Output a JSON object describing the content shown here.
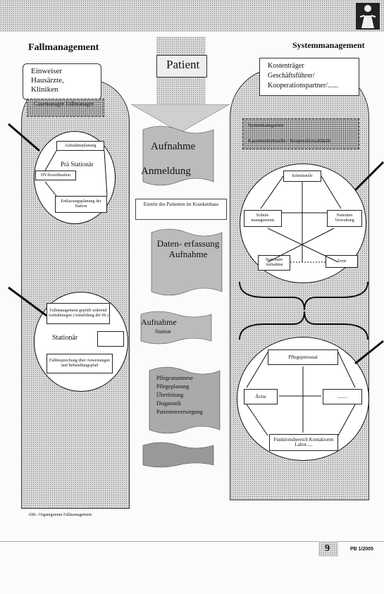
{
  "header": {
    "left_title": "Fallmanagement",
    "right_title": "Systemmanagement"
  },
  "center": {
    "patient": "Patient",
    "aufnahme": "Aufnahme",
    "anmeldung": "Anmeldung",
    "eintritt": "Eintritt des Patienten im Krankenhaus",
    "daten": "Daten- erfassung Aufnahme",
    "aufnahme_station": "Aufnahme",
    "station": "Station",
    "list": [
      "Pflegeanamnese",
      "Pflegeplanung",
      "Überleitung",
      "Diagnostik",
      "Patientenversorgung"
    ]
  },
  "left": {
    "top_lines": [
      "Einweiser",
      "Hausärzte,",
      "Kliniken"
    ],
    "case_manager": "Casemanager Fallmanager",
    "circle1": {
      "aufnahme": "Aufnahmeplanung",
      "prae": "Prä Stationär",
      "hv": "HV-Koordination",
      "entlass": "Entlassungsplanung der Station"
    },
    "circle2": {
      "top": "Fallmanagement geprüft während Aufnahmegen (Anmeldung der Hr.)",
      "station": "Stationär",
      "bottom": "Fallbesprechung über Anweisungen und Behandlungspfad"
    },
    "footer": "Abb.: Organigramm Fallmanagement"
  },
  "right": {
    "box_lines": [
      "Kostenträger",
      "Geschäftsführer/",
      "Kooperationspartner/......"
    ],
    "dashed_lines": [
      "Systemkategorien",
      "Kassenschnittstelle / Kooperationsabläufe"
    ],
    "circle1": {
      "top": "Schnittstelle",
      "left": "Schnitt- managements",
      "right": "Patienten Verwaltung",
      "bl": "Stationäre Aufnahme",
      "br": "Ärzte"
    },
    "circle2": {
      "top": "Pflegepersonal",
      "left": "Ärzte",
      "right": "........",
      "bottom": "Funktionsbereich Kontaktoren Labor....."
    }
  },
  "footer": {
    "page": "9",
    "issue": "PB 1/2005"
  }
}
